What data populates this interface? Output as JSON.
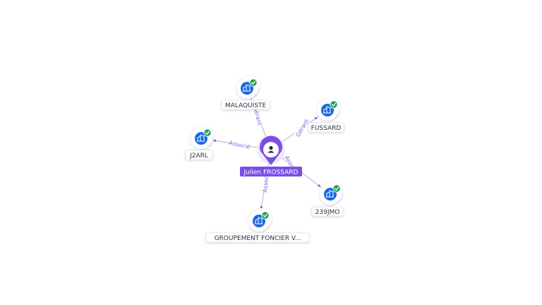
{
  "center": {
    "label": "Julien FROSSARD",
    "icon": "person-icon",
    "color": "#7b4fe3"
  },
  "companies": [
    {
      "id": "malaquiste",
      "label": "MALAQUISTE",
      "relation": "Gérant",
      "verified": true
    },
    {
      "id": "fussard",
      "label": "FUSSARD",
      "relation": "Gérant",
      "verified": true
    },
    {
      "id": "j2arl",
      "label": "J2ARL",
      "relation": "Associé",
      "verified": true
    },
    {
      "id": "239jmo",
      "label": "239JMO",
      "relation": "Associé",
      "verified": true
    },
    {
      "id": "groupement",
      "label": "GROUPEMENT FONCIER V...",
      "relation": "Associé",
      "verified": true
    }
  ],
  "colors": {
    "company_icon": "#1769e0",
    "check": "#1f9d55",
    "edge": "#a9b3c9",
    "edge_label": "#7a64e0"
  }
}
